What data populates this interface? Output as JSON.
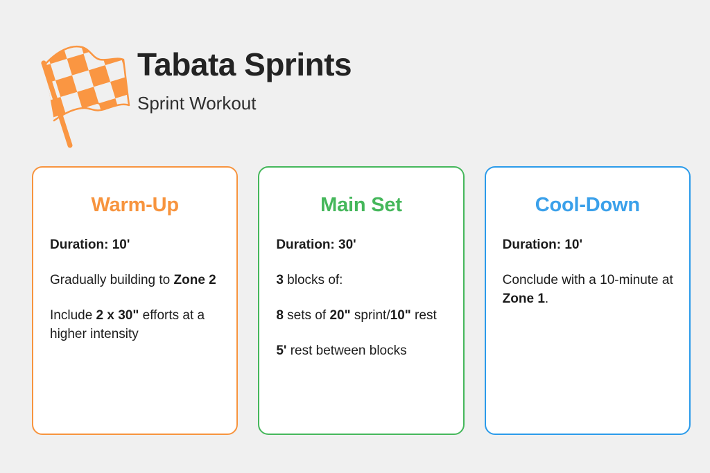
{
  "header": {
    "icon": "checkered-flag-icon",
    "title": "Tabata Sprints",
    "subtitle": "Sprint Workout"
  },
  "colors": {
    "background": "#f0f0f0",
    "card_background": "#ffffff",
    "orange": "#f7943e",
    "green": "#45b75b",
    "blue": "#2b9bea",
    "title_text": "#232323",
    "body_text": "#1c1c1c"
  },
  "cards": [
    {
      "id": "warm-up",
      "title": "Warm-Up",
      "accent": "#f7943e",
      "lines": [
        [
          {
            "text": "Duration: 10'",
            "bold": true
          }
        ],
        [
          {
            "text": "Gradually building to ",
            "bold": false
          },
          {
            "text": "Zone 2",
            "bold": true
          }
        ],
        [
          {
            "text": "Include ",
            "bold": false
          },
          {
            "text": "2 x 30\"",
            "bold": true
          },
          {
            "text": " efforts at a higher intensity",
            "bold": false
          }
        ]
      ]
    },
    {
      "id": "main-set",
      "title": "Main Set",
      "accent": "#45b75b",
      "lines": [
        [
          {
            "text": "Duration: 30'",
            "bold": true
          }
        ],
        [
          {
            "text": "3",
            "bold": true
          },
          {
            "text": " blocks of:",
            "bold": false
          }
        ],
        [
          {
            "text": "8",
            "bold": true
          },
          {
            "text": " sets of ",
            "bold": false
          },
          {
            "text": "20\"",
            "bold": true
          },
          {
            "text": " sprint/",
            "bold": false
          },
          {
            "text": "10\"",
            "bold": true
          },
          {
            "text": " rest",
            "bold": false
          }
        ],
        [
          {
            "text": "5'",
            "bold": true
          },
          {
            "text": " rest between blocks",
            "bold": false
          }
        ]
      ]
    },
    {
      "id": "cool-down",
      "title": "Cool-Down",
      "accent": "#2b9bea",
      "lines": [
        [
          {
            "text": "Duration: 10'",
            "bold": true
          }
        ],
        [
          {
            "text": "Conclude with a 10-minute at ",
            "bold": false
          },
          {
            "text": "Zone 1",
            "bold": true
          },
          {
            "text": ".",
            "bold": false
          }
        ]
      ]
    }
  ]
}
